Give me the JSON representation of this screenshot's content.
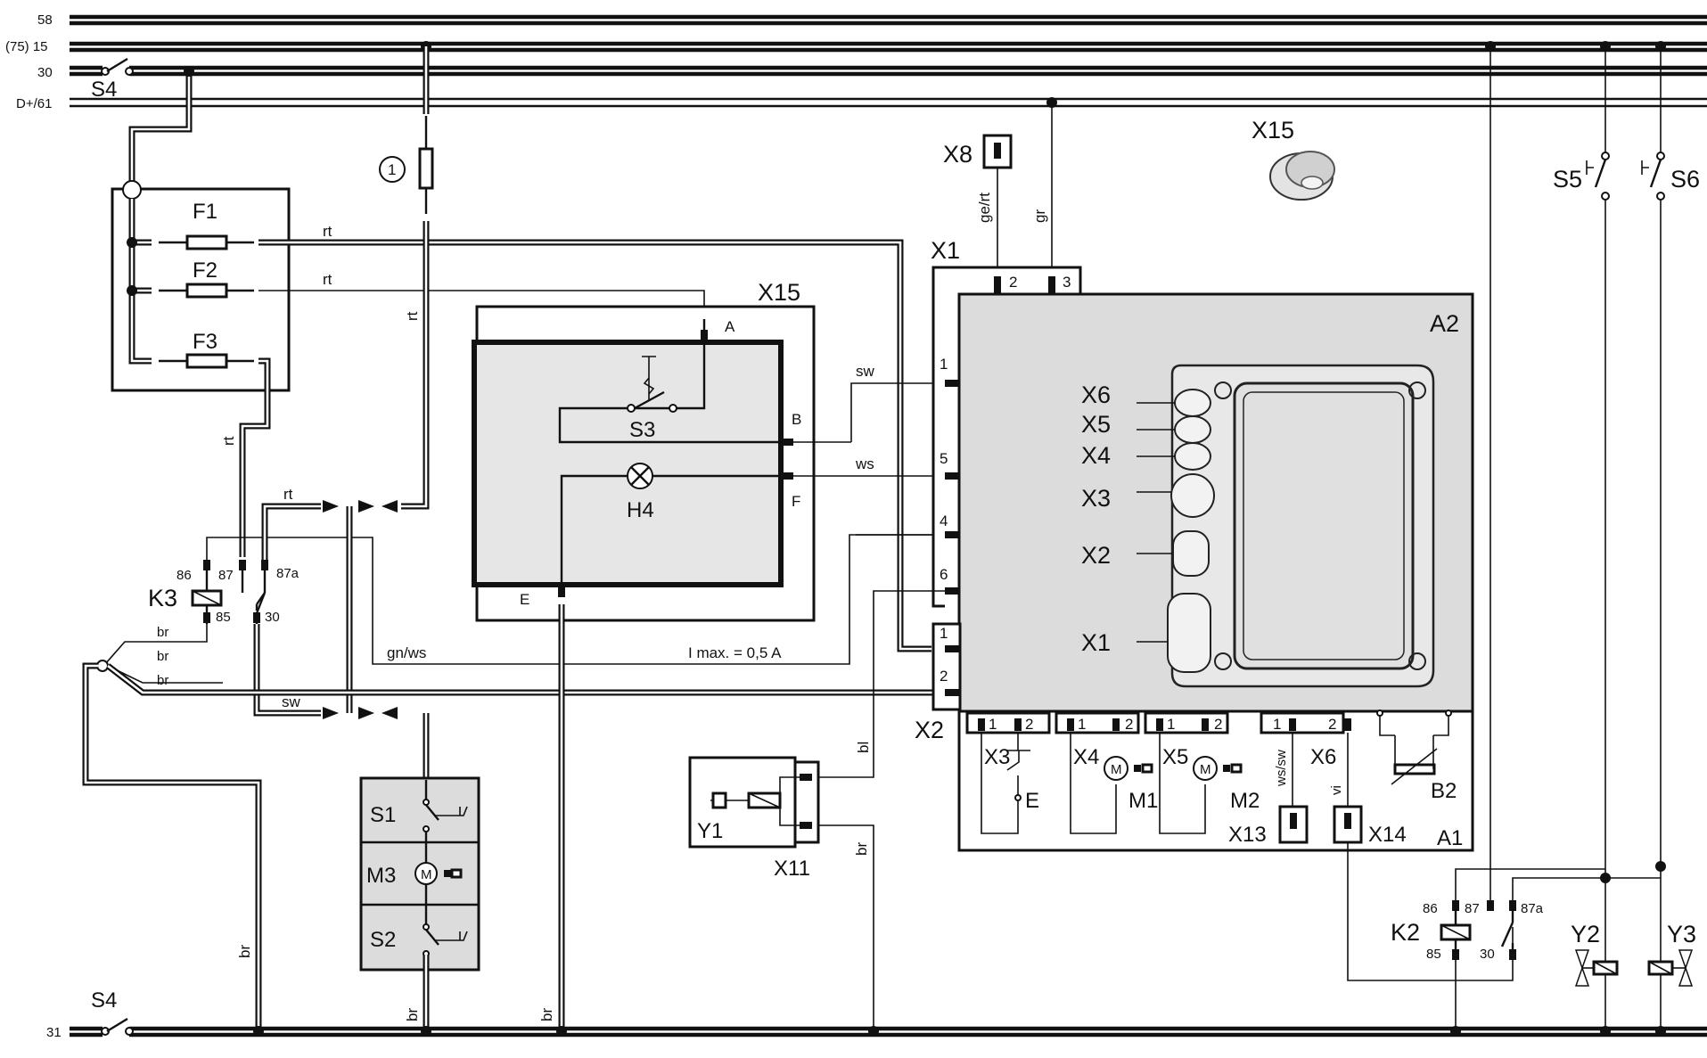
{
  "buses": {
    "b58": "58",
    "b15": "(75) 15",
    "b30": "30",
    "bD": "D+/61",
    "b31": "31"
  },
  "switches": {
    "s4_top": "S4",
    "s4_bottom": "S4",
    "s5": "S5",
    "s6": "S6",
    "s3": "S3",
    "s1": "S1",
    "s2": "S2"
  },
  "fuses": {
    "f1": "F1",
    "f2": "F2",
    "f3": "F3",
    "callout": "1"
  },
  "relays": {
    "k3": "K3",
    "k2": "K2",
    "pin86": "86",
    "pin87": "87",
    "pin87a": "87a",
    "pin85": "85",
    "pin30": "30"
  },
  "components": {
    "x15_box": "X15",
    "x15_icon": "X15",
    "h4": "H4",
    "pinA": "A",
    "pinB": "B",
    "pinF": "F",
    "pinE": "E",
    "x8": "X8",
    "x1": "X1",
    "x2": "X2",
    "a2": "A2",
    "a1": "A1",
    "y1": "Y1",
    "x11": "X11",
    "m3": "M3",
    "y2": "Y2",
    "y3": "Y3",
    "motor_letter": "M"
  },
  "ecu_connectors": [
    "X6",
    "X5",
    "X4",
    "X3",
    "X2",
    "X1"
  ],
  "a1_section": {
    "x3": "X3",
    "x4": "X4",
    "x5": "X5",
    "x6": "X6",
    "e": "E",
    "m1": "M1",
    "m2": "M2",
    "x13": "X13",
    "x14": "X14",
    "b2": "B2",
    "pin1": "1",
    "pin2": "2"
  },
  "x1_pins": {
    "p1": "1",
    "p5": "5",
    "p4": "4",
    "p6": "6",
    "p2": "2",
    "p3": "3"
  },
  "x2_pins": {
    "p1": "1",
    "p2": "2"
  },
  "wire_colors": {
    "rt": "rt",
    "sw": "sw",
    "ws": "ws",
    "br": "br",
    "gn_ws": "gn/ws",
    "ge_rt": "ge/rt",
    "gr": "gr",
    "bl": "bl",
    "ws_sw": "ws/sw",
    "vi": "vi"
  },
  "note": "I max. = 0,5 A"
}
